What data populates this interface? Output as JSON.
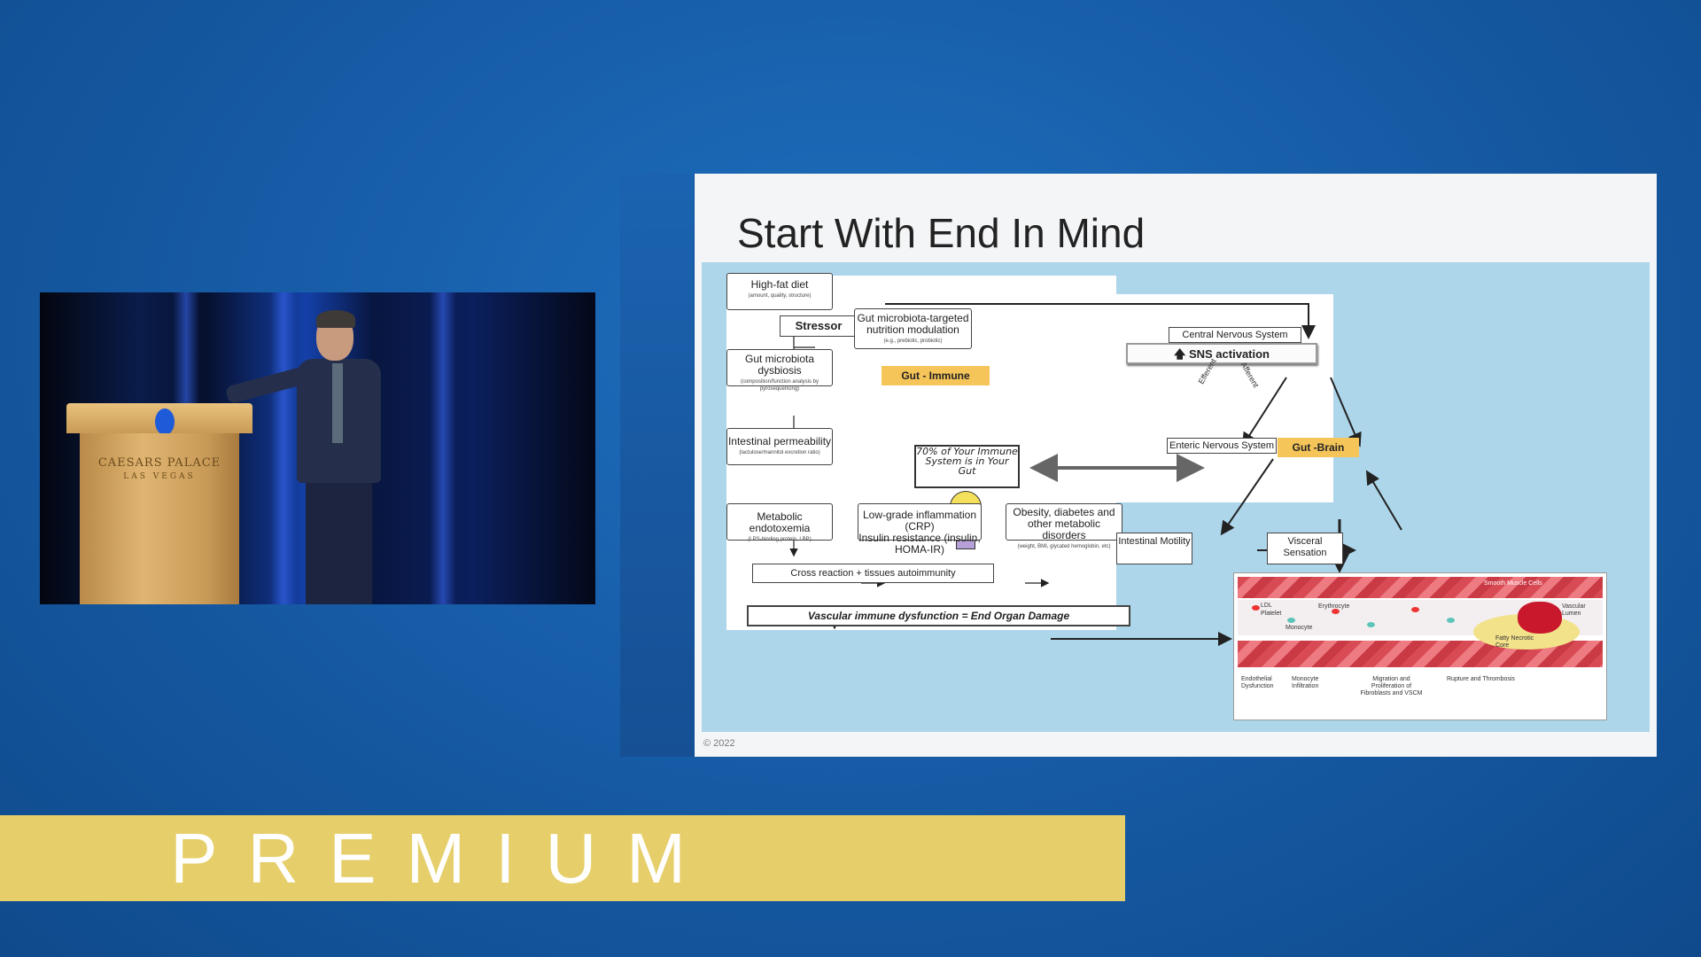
{
  "speaker_video": {
    "podium_logo_line1": "CAESARS PALACE",
    "podium_logo_line2": "LAS VEGAS"
  },
  "slide": {
    "title": "Start With End In Mind",
    "copyright": "© 2022",
    "boxes": {
      "high_fat_diet": {
        "title": "High-fat diet",
        "sub": "(amount, quality, structure)"
      },
      "stressor": {
        "title": "Stressor"
      },
      "gut_microbiota_targeted": {
        "title": "Gut microbiota-targeted nutrition modulation",
        "sub": "(e.g., prebiotic, probiotic)"
      },
      "gut_dysbiosis": {
        "title": "Gut microbiota dysbiosis",
        "sub": "(composition/function analysis by pyrosequencing)"
      },
      "intestinal_permeability": {
        "title": "Intestinal permeability",
        "sub": "(lactulose/mannitol excretion ratio)"
      },
      "metabolic_endotoxemia": {
        "title": "Metabolic endotoxemia",
        "sub": "(LPS-binding protein, LBP)"
      },
      "low_grade_inflammation": {
        "title_line1": "Low-grade inflammation (CRP)",
        "title_line2": "Insulin resistance (insulin, HOMA-IR)"
      },
      "obesity": {
        "title": "Obesity, diabetes and other metabolic disorders",
        "sub": "(weight, BMI, glycated hemoglobin, etc)"
      },
      "cross_reaction": {
        "title": "Cross reaction + tissues autoimmunity"
      },
      "vascular": {
        "title": "Vascular immune dysfunction = End Organ Damage"
      },
      "cns": {
        "title": "Central Nervous System"
      },
      "sns": {
        "title": "SNS activation"
      },
      "ens": {
        "title": "Enteric Nervous System"
      },
      "intestinal_motility": {
        "title": "Intestinal Motility"
      },
      "visceral_sensation": {
        "title": "Visceral Sensation"
      }
    },
    "labels": {
      "gut_immune": "Gut - Immune",
      "gut_brain": "Gut -Brain",
      "efferent": "Efferent",
      "afferent": "Afferent"
    },
    "immune_sign_text": "70% of Your Immune System is in Your Gut",
    "plaque_labels": {
      "smooth_muscle": "Smooth Muscle Cells",
      "vascular_lumen": "Vascular Lumen",
      "ldl": "LDL",
      "platelet": "Platelet",
      "erythrocyte": "Erythrocyte",
      "monocyte": "Monocyte",
      "fatty_core": "Fatty Necrotic Core",
      "endothelial": "Endothelial Dysfunction",
      "monocyte_infil": "Monocyte Infiltration",
      "migration": "Migration and Proliferation of Fibroblasts and VSCM",
      "rupture": "Rupture and Thrombosis"
    }
  },
  "banner": {
    "text": "PREMIUM"
  },
  "colors": {
    "background": "#175da8",
    "banner": "#e6cf6a",
    "diagram_bg": "#add6ea",
    "highlight_label": "#f6c55a"
  }
}
